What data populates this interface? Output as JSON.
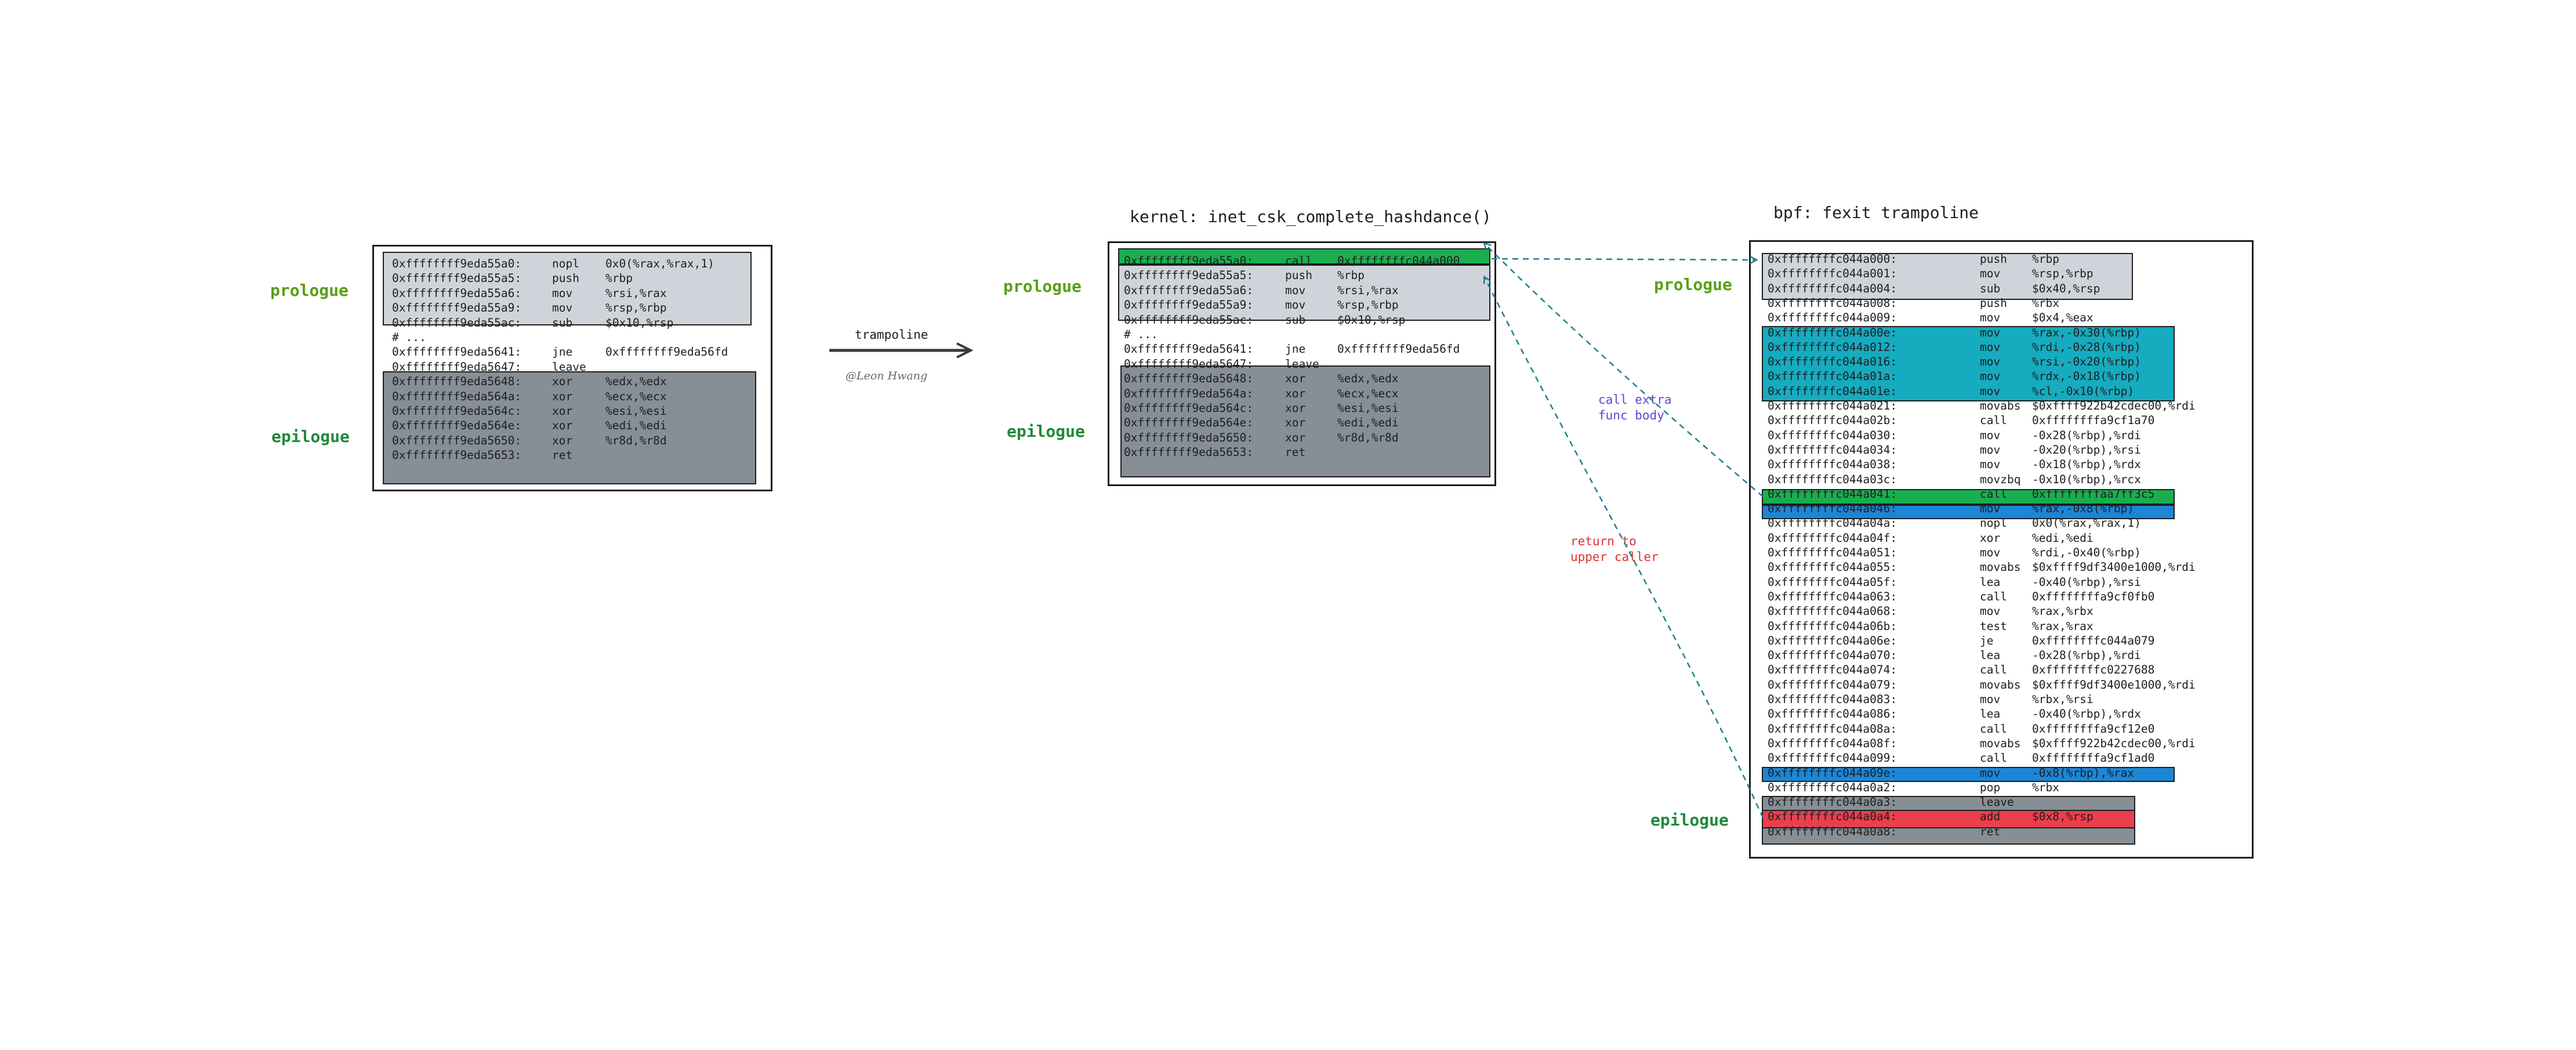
{
  "colors": {
    "prologue_label": "#5a9e17",
    "epilogue_label": "#1e8a3a",
    "prologue_fill": "#cfd4db",
    "epilogue_fill": "#868e96",
    "green": "#1aae50",
    "cyan": "#16abbf",
    "blue": "#1c86d6",
    "red": "#eb3f4e",
    "arrow": "#1e7f8f",
    "note_purple": "#6741d9",
    "note_red": "#e03131"
  },
  "labels": {
    "prologue": "prologue",
    "epilogue": "epilogue",
    "trampoline": "trampoline",
    "signature": "@Leon Hwang",
    "kernel_title": "kernel: inet_csk_complete_hashdance()",
    "bpf_title": "bpf: fexit trampoline",
    "call_extra_1": "call extra",
    "call_extra_2": "func body",
    "return_1": "return to",
    "return_2": "upper caller"
  },
  "left_code": [
    [
      "0xffffffff9eda55a0:",
      "nopl",
      "0x0(%rax,%rax,1)"
    ],
    [
      "0xffffffff9eda55a5:",
      "push",
      "%rbp"
    ],
    [
      "0xffffffff9eda55a6:",
      "mov",
      "%rsi,%rax"
    ],
    [
      "0xffffffff9eda55a9:",
      "mov",
      "%rsp,%rbp"
    ],
    [
      "0xffffffff9eda55ac:",
      "sub",
      "$0x10,%rsp"
    ],
    [
      "# ...",
      "",
      ""
    ],
    [
      "0xffffffff9eda5641:",
      "jne",
      "0xffffffff9eda56fd"
    ],
    [
      "0xffffffff9eda5647:",
      "leave",
      ""
    ],
    [
      "0xffffffff9eda5648:",
      "xor",
      "%edx,%edx"
    ],
    [
      "0xffffffff9eda564a:",
      "xor",
      "%ecx,%ecx"
    ],
    [
      "0xffffffff9eda564c:",
      "xor",
      "%esi,%esi"
    ],
    [
      "0xffffffff9eda564e:",
      "xor",
      "%edi,%edi"
    ],
    [
      "0xffffffff9eda5650:",
      "xor",
      "%r8d,%r8d"
    ],
    [
      "0xffffffff9eda5653:",
      "ret",
      ""
    ]
  ],
  "middle_code": [
    [
      "0xffffffff9eda55a0:",
      "call",
      "0xffffffffc044a000"
    ],
    [
      "0xffffffff9eda55a5:",
      "push",
      "%rbp"
    ],
    [
      "0xffffffff9eda55a6:",
      "mov",
      "%rsi,%rax"
    ],
    [
      "0xffffffff9eda55a9:",
      "mov",
      "%rsp,%rbp"
    ],
    [
      "0xffffffff9eda55ac:",
      "sub",
      "$0x10,%rsp"
    ],
    [
      "# ...",
      "",
      ""
    ],
    [
      "0xffffffff9eda5641:",
      "jne",
      "0xffffffff9eda56fd"
    ],
    [
      "0xffffffff9eda5647:",
      "leave",
      ""
    ],
    [
      "0xffffffff9eda5648:",
      "xor",
      "%edx,%edx"
    ],
    [
      "0xffffffff9eda564a:",
      "xor",
      "%ecx,%ecx"
    ],
    [
      "0xffffffff9eda564c:",
      "xor",
      "%esi,%esi"
    ],
    [
      "0xffffffff9eda564e:",
      "xor",
      "%edi,%edi"
    ],
    [
      "0xffffffff9eda5650:",
      "xor",
      "%r8d,%r8d"
    ],
    [
      "0xffffffff9eda5653:",
      "ret",
      ""
    ]
  ],
  "bpf_code": [
    [
      "0xffffffffc044a000:",
      "push",
      "%rbp"
    ],
    [
      "0xffffffffc044a001:",
      "mov",
      "%rsp,%rbp"
    ],
    [
      "0xffffffffc044a004:",
      "sub",
      "$0x40,%rsp"
    ],
    [
      "0xffffffffc044a008:",
      "push",
      "%rbx"
    ],
    [
      "0xffffffffc044a009:",
      "mov",
      "$0x4,%eax"
    ],
    [
      "0xffffffffc044a00e:",
      "mov",
      "%rax,-0x30(%rbp)"
    ],
    [
      "0xffffffffc044a012:",
      "mov",
      "%rdi,-0x28(%rbp)"
    ],
    [
      "0xffffffffc044a016:",
      "mov",
      "%rsi,-0x20(%rbp)"
    ],
    [
      "0xffffffffc044a01a:",
      "mov",
      "%rdx,-0x18(%rbp)"
    ],
    [
      "0xffffffffc044a01e:",
      "mov",
      "%cl,-0x10(%rbp)"
    ],
    [
      "0xffffffffc044a021:",
      "movabs",
      "$0xffff922b42cdec00,%rdi"
    ],
    [
      "0xffffffffc044a02b:",
      "call",
      "0xffffffffa9cf1a70"
    ],
    [
      "0xffffffffc044a030:",
      "mov",
      "-0x28(%rbp),%rdi"
    ],
    [
      "0xffffffffc044a034:",
      "mov",
      "-0x20(%rbp),%rsi"
    ],
    [
      "0xffffffffc044a038:",
      "mov",
      "-0x18(%rbp),%rdx"
    ],
    [
      "0xffffffffc044a03c:",
      "movzbq",
      "-0x10(%rbp),%rcx"
    ],
    [
      "0xffffffffc044a041:",
      "call",
      "0xffffffffaa7ff3c5"
    ],
    [
      "0xffffffffc044a046:",
      "mov",
      "%rax,-0x8(%rbp)"
    ],
    [
      "0xffffffffc044a04a:",
      "nopl",
      "0x0(%rax,%rax,1)"
    ],
    [
      "0xffffffffc044a04f:",
      "xor",
      "%edi,%edi"
    ],
    [
      "0xffffffffc044a051:",
      "mov",
      "%rdi,-0x40(%rbp)"
    ],
    [
      "0xffffffffc044a055:",
      "movabs",
      "$0xffff9df3400e1000,%rdi"
    ],
    [
      "0xffffffffc044a05f:",
      "lea",
      "-0x40(%rbp),%rsi"
    ],
    [
      "0xffffffffc044a063:",
      "call",
      "0xffffffffa9cf0fb0"
    ],
    [
      "0xffffffffc044a068:",
      "mov",
      "%rax,%rbx"
    ],
    [
      "0xffffffffc044a06b:",
      "test",
      "%rax,%rax"
    ],
    [
      "0xffffffffc044a06e:",
      "je",
      "0xffffffffc044a079"
    ],
    [
      "0xffffffffc044a070:",
      "lea",
      "-0x28(%rbp),%rdi"
    ],
    [
      "0xffffffffc044a074:",
      "call",
      "0xffffffffc0227688"
    ],
    [
      "0xffffffffc044a079:",
      "movabs",
      "$0xffff9df3400e1000,%rdi"
    ],
    [
      "0xffffffffc044a083:",
      "mov",
      "%rbx,%rsi"
    ],
    [
      "0xffffffffc044a086:",
      "lea",
      "-0x40(%rbp),%rdx"
    ],
    [
      "0xffffffffc044a08a:",
      "call",
      "0xffffffffa9cf12e0"
    ],
    [
      "0xffffffffc044a08f:",
      "movabs",
      "$0xffff922b42cdec00,%rdi"
    ],
    [
      "0xffffffffc044a099:",
      "call",
      "0xffffffffa9cf1ad0"
    ],
    [
      "0xffffffffc044a09e:",
      "mov",
      "-0x8(%rbp),%rax"
    ],
    [
      "0xffffffffc044a0a2:",
      "pop",
      "%rbx"
    ],
    [
      "0xffffffffc044a0a3:",
      "leave",
      ""
    ],
    [
      "0xffffffffc044a0a4:",
      "add",
      "$0x8,%rsp"
    ],
    [
      "0xffffffffc044a0a8:",
      "ret",
      ""
    ]
  ]
}
